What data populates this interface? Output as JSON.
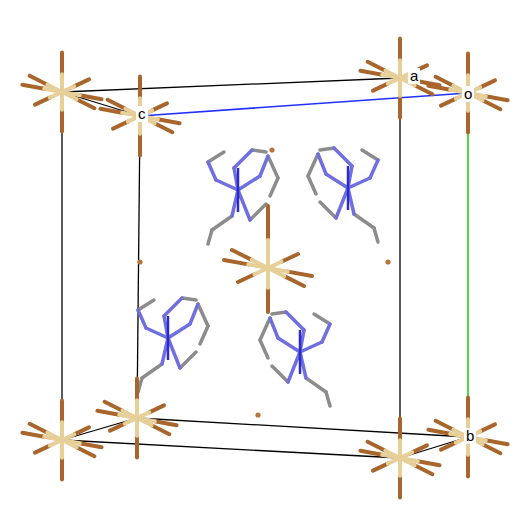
{
  "diagram": {
    "labels": [
      "a",
      "o",
      "c",
      "b"
    ]
  }
}
